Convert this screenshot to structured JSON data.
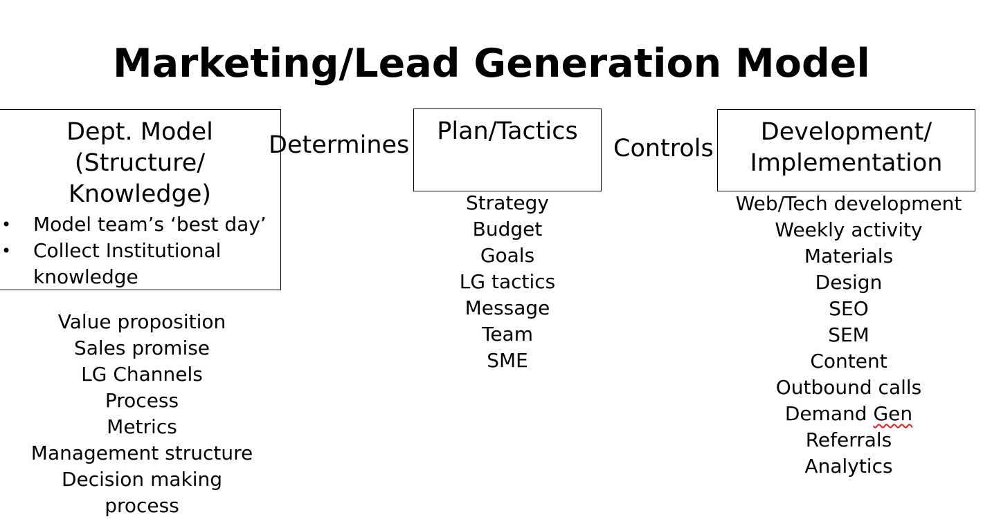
{
  "title": "Marketing/Lead Generation Model",
  "dept_box": {
    "heading_lines": [
      "Dept. Model",
      "(Structure/",
      "Knowledge)"
    ],
    "bullets": [
      "Model team’s ‘best day’",
      "Collect Institutional knowledge"
    ]
  },
  "connector_1": "Determines",
  "plan_box": {
    "heading": "Plan/Tactics"
  },
  "connector_2": "Controls",
  "dev_box": {
    "heading_lines": [
      "Development/",
      "Implementation"
    ]
  },
  "dept_list": [
    "Value proposition",
    "Sales promise",
    "LG Channels",
    "Process",
    "Metrics",
    "Management structure",
    "Decision making",
    "process"
  ],
  "plan_list": [
    "Strategy",
    "Budget",
    "Goals",
    "LG tactics",
    "Message",
    "Team",
    "SME"
  ],
  "dev_list": [
    "Web/Tech development",
    "Weekly activity",
    "Materials",
    "Design",
    "SEO",
    "SEM",
    "Content",
    "Outbound calls",
    "Demand Gen",
    "Referrals",
    "Analytics"
  ],
  "spellcheck_word": "Gen"
}
